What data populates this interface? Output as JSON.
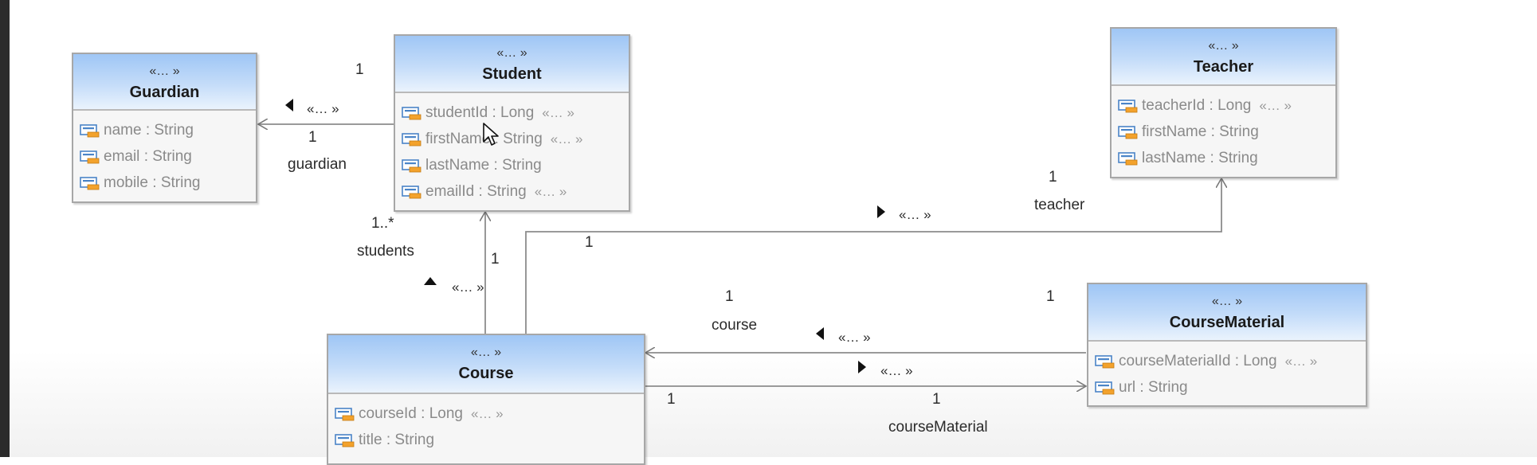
{
  "classes": {
    "guardian": {
      "stereotype": "«… »",
      "name": "Guardian",
      "attributes": [
        {
          "name": "name",
          "type": ": String",
          "stereotype": ""
        },
        {
          "name": "email",
          "type": ": String",
          "stereotype": ""
        },
        {
          "name": "mobile",
          "type": ": String",
          "stereotype": ""
        }
      ]
    },
    "student": {
      "stereotype": "«… »",
      "name": "Student",
      "attributes": [
        {
          "name": "studentId",
          "type": ": Long",
          "stereotype": "«… »"
        },
        {
          "name": "firstName",
          "type": ": String",
          "stereotype": "«… »"
        },
        {
          "name": "lastName",
          "type": ": String",
          "stereotype": ""
        },
        {
          "name": "emailId",
          "type": ": String",
          "stereotype": "«… »"
        }
      ]
    },
    "teacher": {
      "stereotype": "«… »",
      "name": "Teacher",
      "attributes": [
        {
          "name": "teacherId",
          "type": ": Long",
          "stereotype": "«… »"
        },
        {
          "name": "firstName",
          "type": ": String",
          "stereotype": ""
        },
        {
          "name": "lastName",
          "type": ": String",
          "stereotype": ""
        }
      ]
    },
    "course": {
      "stereotype": "«… »",
      "name": "Course",
      "attributes": [
        {
          "name": "courseId",
          "type": ": Long",
          "stereotype": "«… »"
        },
        {
          "name": "title",
          "type": ": String",
          "stereotype": ""
        }
      ]
    },
    "courseMaterial": {
      "stereotype": "«… »",
      "name": "CourseMaterial",
      "attributes": [
        {
          "name": "courseMaterialId",
          "type": ": Long",
          "stereotype": "«… »"
        },
        {
          "name": "url",
          "type": ": String",
          "stereotype": ""
        }
      ]
    }
  },
  "associations": {
    "student_guardian": {
      "source_multiplicity": "1",
      "stereotype": "«… »",
      "target_multiplicity": "1",
      "role": "guardian"
    },
    "course_student": {
      "source_multiplicity": "1",
      "stereotype": "«… »",
      "target_multiplicity": "1..*",
      "role": "students"
    },
    "course_teacher": {
      "source_multiplicity": "1",
      "stereotype": "«… »",
      "target_multiplicity": "1",
      "role": "teacher"
    },
    "coursematerial_course": {
      "source_multiplicity": "1",
      "stereotype": "«… »",
      "target_multiplicity": "1",
      "role": "course"
    },
    "course_coursematerial": {
      "source_multiplicity": "1",
      "stereotype": "«… »",
      "target_multiplicity": "1",
      "role": "courseMaterial"
    }
  },
  "colors": {
    "header_top": "#9fc6f5",
    "header_bottom": "#eaf3fd",
    "border": "#a7a7a7",
    "line": "#8c8c8c"
  }
}
